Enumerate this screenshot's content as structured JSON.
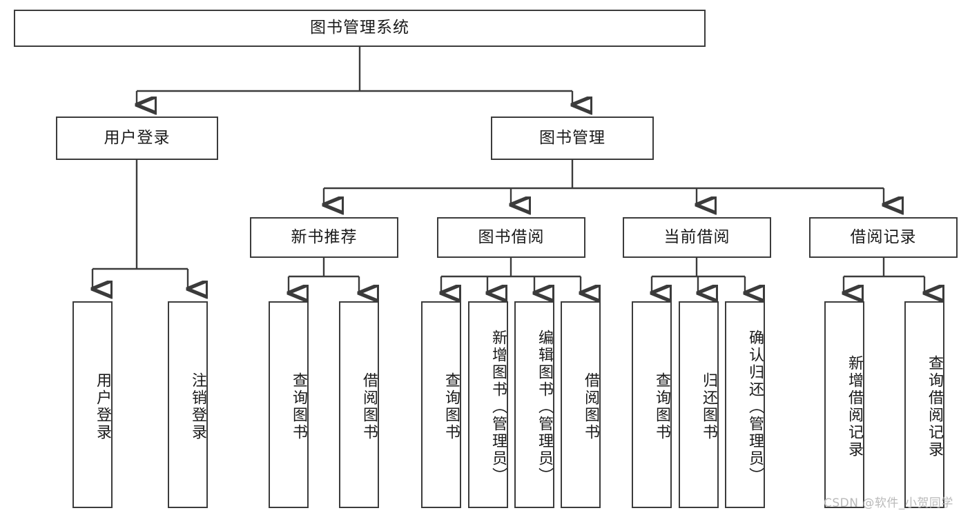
{
  "diagram": {
    "type": "tree",
    "title": "图书管理系统",
    "orientation": "top-down",
    "watermark": "CSDN @软件_小贺同学",
    "colors": {
      "stroke": "#3b3b3b",
      "fill": "#ffffff",
      "text": "#1a1a1a",
      "watermark": "#b9b9b9"
    }
  },
  "nodes": {
    "root": {
      "label": "图书管理系统",
      "level": 1
    },
    "l2": [
      {
        "id": "user-login",
        "label": "用户登录",
        "level": 2
      },
      {
        "id": "book-manage",
        "label": "图书管理",
        "level": 2
      }
    ],
    "l3": [
      {
        "id": "new-book-recommend",
        "label": "新书推荐",
        "level": 3,
        "parent": "book-manage"
      },
      {
        "id": "book-borrow",
        "label": "图书借阅",
        "level": 3,
        "parent": "book-manage"
      },
      {
        "id": "current-borrow",
        "label": "当前借阅",
        "level": 3,
        "parent": "book-manage"
      },
      {
        "id": "borrow-record",
        "label": "借阅记录",
        "level": 3,
        "parent": "book-manage"
      }
    ],
    "leaves": [
      {
        "id": "leaf-user-login",
        "label": "用户登录",
        "parent": "user-login"
      },
      {
        "id": "leaf-user-logout",
        "label": "注销登录",
        "parent": "user-login"
      },
      {
        "id": "leaf-query-book-1",
        "label": "查询图书",
        "parent": "new-book-recommend"
      },
      {
        "id": "leaf-borrow-book-1",
        "label": "借阅图书",
        "parent": "new-book-recommend"
      },
      {
        "id": "leaf-query-book-2",
        "label": "查询图书",
        "parent": "book-borrow"
      },
      {
        "id": "leaf-add-book",
        "label": "新增图书（管理员）",
        "parent": "book-borrow"
      },
      {
        "id": "leaf-edit-book",
        "label": "编辑图书（管理员）",
        "parent": "book-borrow"
      },
      {
        "id": "leaf-borrow-book-2",
        "label": "借阅图书",
        "parent": "book-borrow"
      },
      {
        "id": "leaf-query-book-3",
        "label": "查询图书",
        "parent": "current-borrow"
      },
      {
        "id": "leaf-return-book",
        "label": "归还图书",
        "parent": "current-borrow"
      },
      {
        "id": "leaf-confirm-return",
        "label": "确认归还（管理员）",
        "parent": "current-borrow"
      },
      {
        "id": "leaf-add-record",
        "label": "新增借阅记录",
        "parent": "borrow-record"
      },
      {
        "id": "leaf-query-record",
        "label": "查询借阅记录",
        "parent": "borrow-record"
      }
    ]
  }
}
